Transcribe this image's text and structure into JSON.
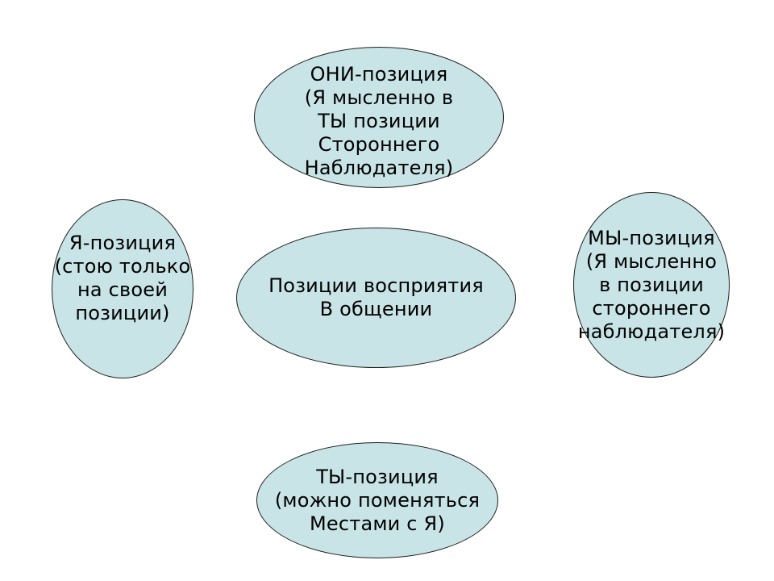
{
  "colors": {
    "background": "#ffffff",
    "ellipse_fill": "#c8e4e6",
    "ellipse_border": "#1f1f1f",
    "text": "#000000"
  },
  "nodes": {
    "they": {
      "label": "ОНИ-позиция\n(Я мысленно в\nТЫ позиции\nСтороннего\nНаблюдателя)"
    },
    "i": {
      "label": "Я-позиция\n(стою только\nна своей\nпозиции)"
    },
    "center": {
      "label": "Позиции восприятия\nВ общении"
    },
    "we": {
      "label": "МЫ-позиция\n(Я мысленно\nв позиции\nстороннего\nнаблюдателя)"
    },
    "you": {
      "label": "ТЫ-позиция\n(можно поменяться\nМестами с Я)"
    }
  }
}
